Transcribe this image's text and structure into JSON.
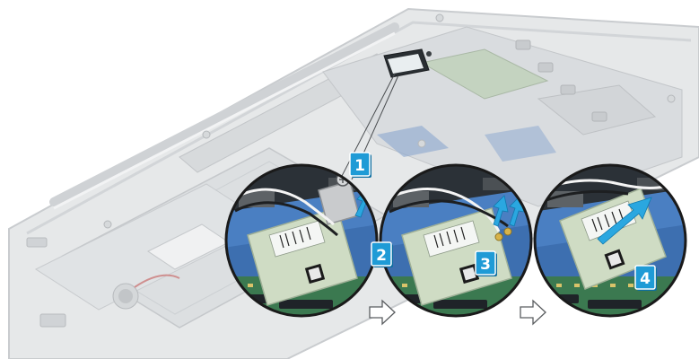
{
  "steps": [
    {
      "number": "1"
    },
    {
      "number": "2"
    },
    {
      "number": "3"
    },
    {
      "number": "4"
    }
  ],
  "colors": {
    "badge": "#1f9bd6",
    "badge_shadow": "#0d6ea0",
    "arrow": "#2aa7e0",
    "chassis": "#e4e6e7",
    "chassis_line": "#c9cccf",
    "pcb_blue": "#3f74b8",
    "pcb_green": "#3e7a52",
    "card": "#c8d8bd",
    "bracket": "#c6c8ca"
  },
  "icons": {
    "step_flow": "outline-right-arrow-icon",
    "screw": "screw-icon",
    "antenna_cable": "antenna-cable-icon"
  }
}
